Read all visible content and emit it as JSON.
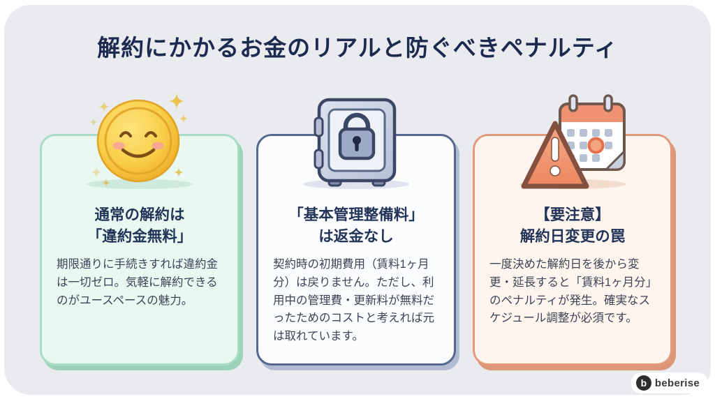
{
  "page": {
    "title": "解約にかかるお金のリアルと防ぐべきペナルティ",
    "colors": {
      "panel_bg": "#e9ebef",
      "title_color": "#1b2a4e",
      "card_title_color": "#223457",
      "body_text_color": "#3d4456"
    }
  },
  "cards": [
    {
      "id": "normal-cancellation",
      "icon": "smiling-coin-icon",
      "title_lines": [
        "通常の解約は",
        "「違約金無料」"
      ],
      "body": "期限通りに手続きすれば違約金は一切ゼロ。気軽に解約できるのがユースペースの魅力。",
      "colors": {
        "border": "#a9dcc7",
        "background": "#e9f8f1",
        "shadow": "#9bd2ba",
        "icon_shadow": "#cdeadd"
      }
    },
    {
      "id": "maintenance-fee-no-refund",
      "icon": "locked-safe-icon",
      "title_lines": [
        "「基本管理整備料」",
        "は返金なし"
      ],
      "body": "契約時の初期費用（賃料1ヶ月分）は戻りません。ただし、利用中の管理費・更新料が無料だったためのコストと考えれば元は取れています。",
      "colors": {
        "border": "#55688f",
        "background": "#fbfcfe",
        "shadow": "#b1bbd1",
        "icon_shadow": "#dfe3ee"
      }
    },
    {
      "id": "cancellation-date-change-trap",
      "icon": "warning-calendar-icon",
      "title_lines": [
        "【要注意】",
        "解約日変更の罠"
      ],
      "body": "一度決めた解約日を後から変更・延長すると「賃料1ヶ月分」のペナルティが発生。確実なスケジュール調整が必須です。",
      "colors": {
        "border": "#e39a7c",
        "background": "#fdf5ee",
        "shadow": "#dc9678",
        "icon_shadow": "#f3dccd"
      }
    }
  ],
  "footer": {
    "brand": "beberise",
    "logo_letter": "b"
  }
}
